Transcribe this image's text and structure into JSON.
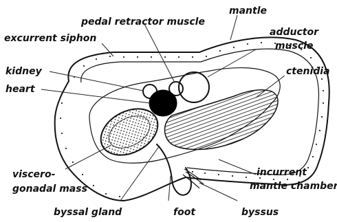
{
  "diagram": {
    "labels": {
      "pedal_retractor_muscle": "pedal retractor muscle",
      "mantle": "mantle",
      "excurrent_siphon": "excurrent siphon",
      "adductor": "adductor",
      "muscle": "muscle",
      "kidney": "kidney",
      "ctenidia": "ctenidia",
      "heart": "heart",
      "viscero": "viscero-",
      "gonadal_mass": "gonadal mass",
      "incurrent": "incurrent",
      "mantle_chamber": "mantle chamber",
      "byssal_gland": "byssal gland",
      "foot": "foot",
      "byssus": "byssus"
    }
  }
}
